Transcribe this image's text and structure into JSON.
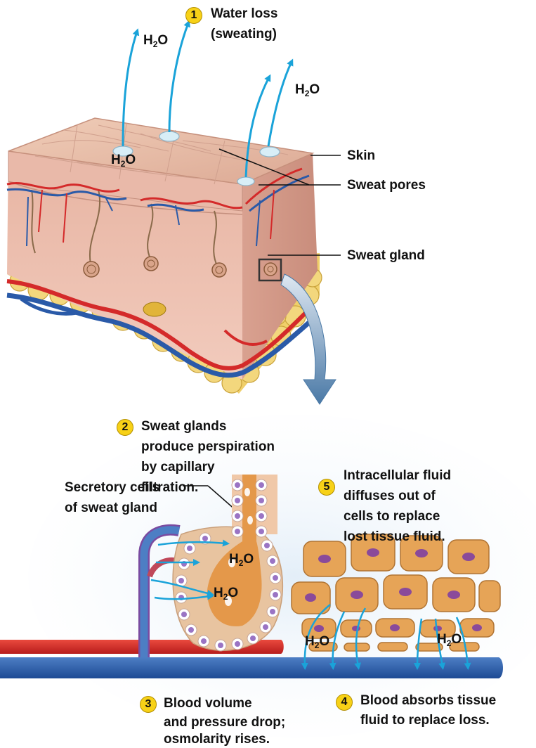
{
  "steps": [
    {
      "num": "1",
      "text": [
        "Water loss",
        "(sweating)"
      ]
    },
    {
      "num": "2",
      "text": [
        "Sweat glands",
        "produce perspiration",
        "by capillary",
        "filtration."
      ]
    },
    {
      "num": "3",
      "text": [
        "Blood volume",
        "and pressure drop;",
        "osmolarity rises."
      ]
    },
    {
      "num": "4",
      "text": [
        "Blood absorbs tissue",
        "fluid to replace loss."
      ]
    },
    {
      "num": "5",
      "text": [
        "Intracellular fluid",
        "diffuses out of",
        "cells to replace",
        "lost tissue fluid."
      ]
    }
  ],
  "labels": {
    "skin": "Skin",
    "sweat_pores": "Sweat pores",
    "sweat_gland": "Sweat gland",
    "secretory_cells": [
      "Secretory cells",
      "of sweat gland"
    ]
  },
  "water": {
    "h": "H",
    "sub": "2",
    "o": "O"
  },
  "colors": {
    "badge": "#f7d117",
    "arrow": "#1aa3d9",
    "artery": "#d42a2a",
    "vein": "#2a5aa8",
    "skin": "#e8b8a8",
    "fat": "#f0cf6a",
    "cell": "#e6a457",
    "nucleus": "#8a4a9a"
  }
}
